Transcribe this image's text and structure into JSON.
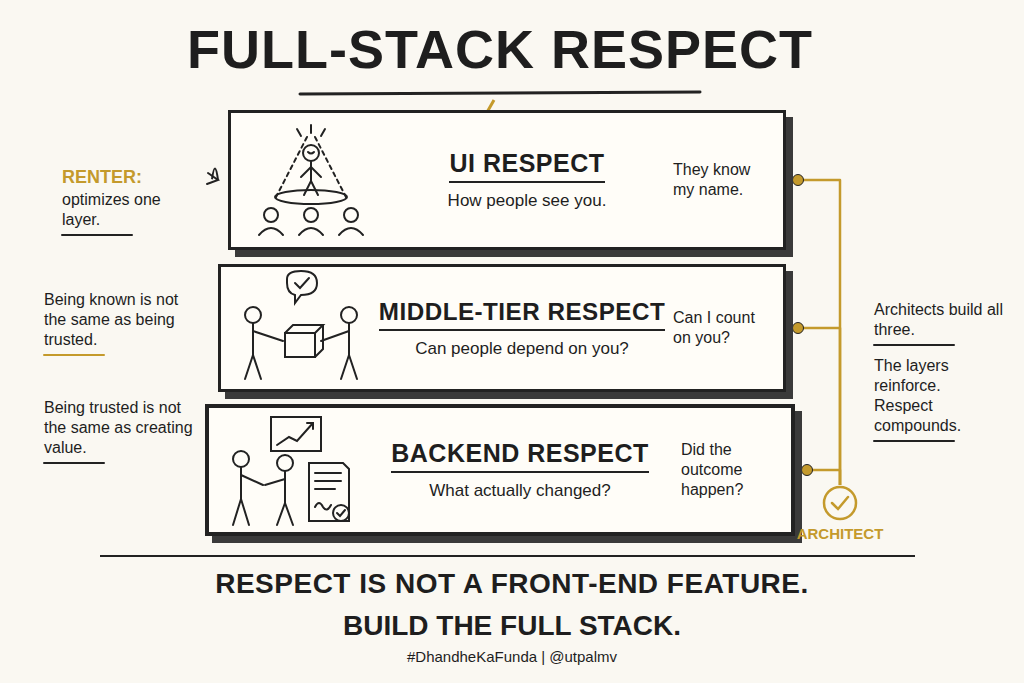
{
  "diagram": {
    "title": "FULL-STACK RESPECT",
    "caption": "RESPECT IS NOT A FRONT-END FEATURE.",
    "nodes": [
      {
        "text": [
          "UI RESPECT",
          "How people see you.",
          "They know my name."
        ]
      },
      {
        "text": [
          "MIDDLE-TIER RESPECT",
          "Can people depend on you?",
          "Can I count on you?"
        ]
      },
      {
        "text": [
          "BACKEND RESPECT",
          "What actually changed?",
          "Did the outcome happen?"
        ]
      },
      {
        "text": [
          "ARCHITECT"
        ]
      }
    ],
    "edges": [
      {
        "from": 0,
        "to": 3,
        "arrow": "none"
      },
      {
        "from": 1,
        "to": 3,
        "arrow": "none"
      },
      {
        "from": 2,
        "to": 3,
        "arrow": "none"
      }
    ],
    "labels": [
      "RENTER:",
      "optimizes one layer.",
      "Being known is not the same as being trusted.",
      "Being trusted is not the same as creating value.",
      "Architects build all three.",
      "The layers reinforce. Respect compounds.",
      "BUILD THE FULL STACK.",
      "#DhandheKaFunda | @utpalmv"
    ]
  }
}
